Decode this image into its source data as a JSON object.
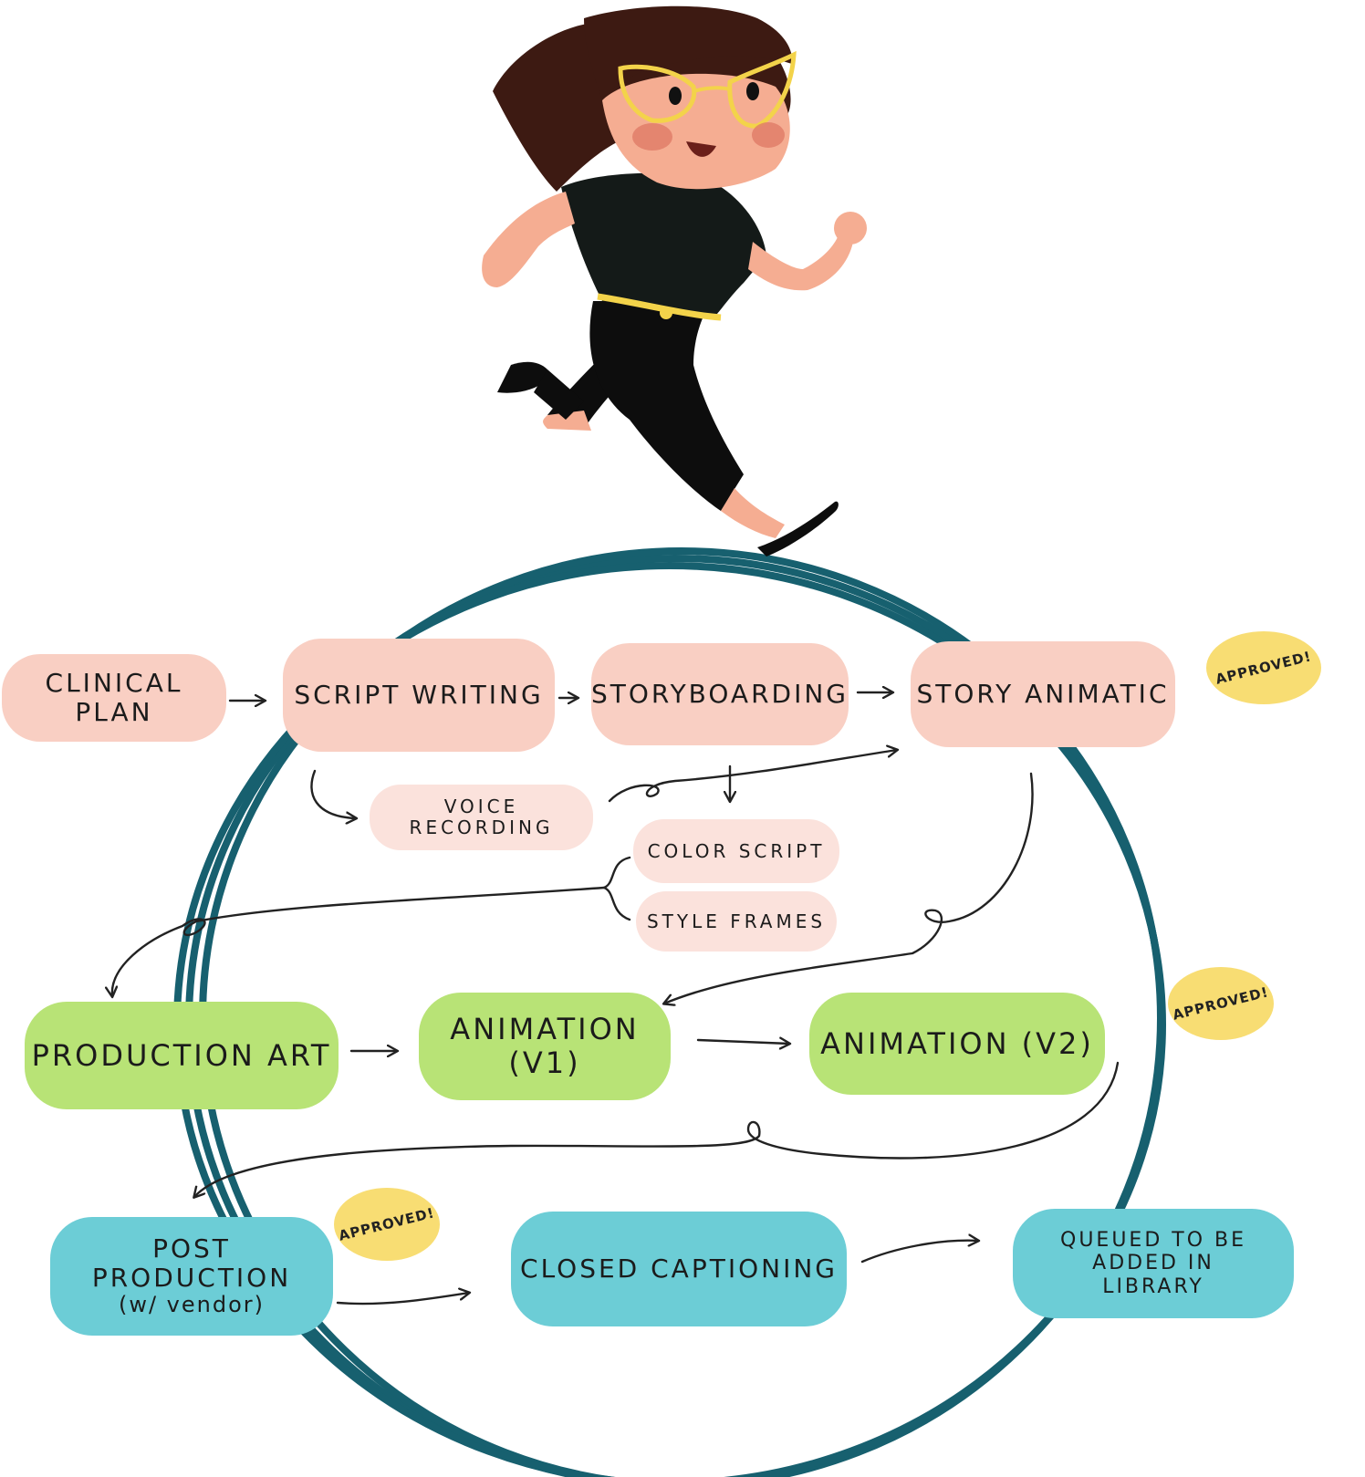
{
  "nodes": {
    "clinical_plan": "CLINICAL PLAN",
    "script_writing": "SCRIPT WRITING",
    "storyboarding": "STORYBOARDING",
    "story_animatic": "STORY ANIMATIC",
    "voice_recording": "VOICE RECORDING",
    "color_script": "COLOR SCRIPT",
    "style_frames": "STYLE FRAMES",
    "production_art": "PRODUCTION ART",
    "animation_v1": "ANIMATION (V1)",
    "animation_v2": "ANIMATION (V2)",
    "post_production": "POST PRODUCTION",
    "post_production_sub": "(w/ vendor)",
    "closed_captioning": "CLOSED CAPTIONING",
    "queued": "QUEUED TO BE ADDED IN LIBRARY"
  },
  "badges": {
    "approved": "APPROVED!"
  },
  "colors": {
    "ring": "#17606f",
    "pre_production": "#f9cfc3",
    "production": "#b8e376",
    "post_production": "#6ccdd6",
    "badge": "#f8dd73"
  }
}
